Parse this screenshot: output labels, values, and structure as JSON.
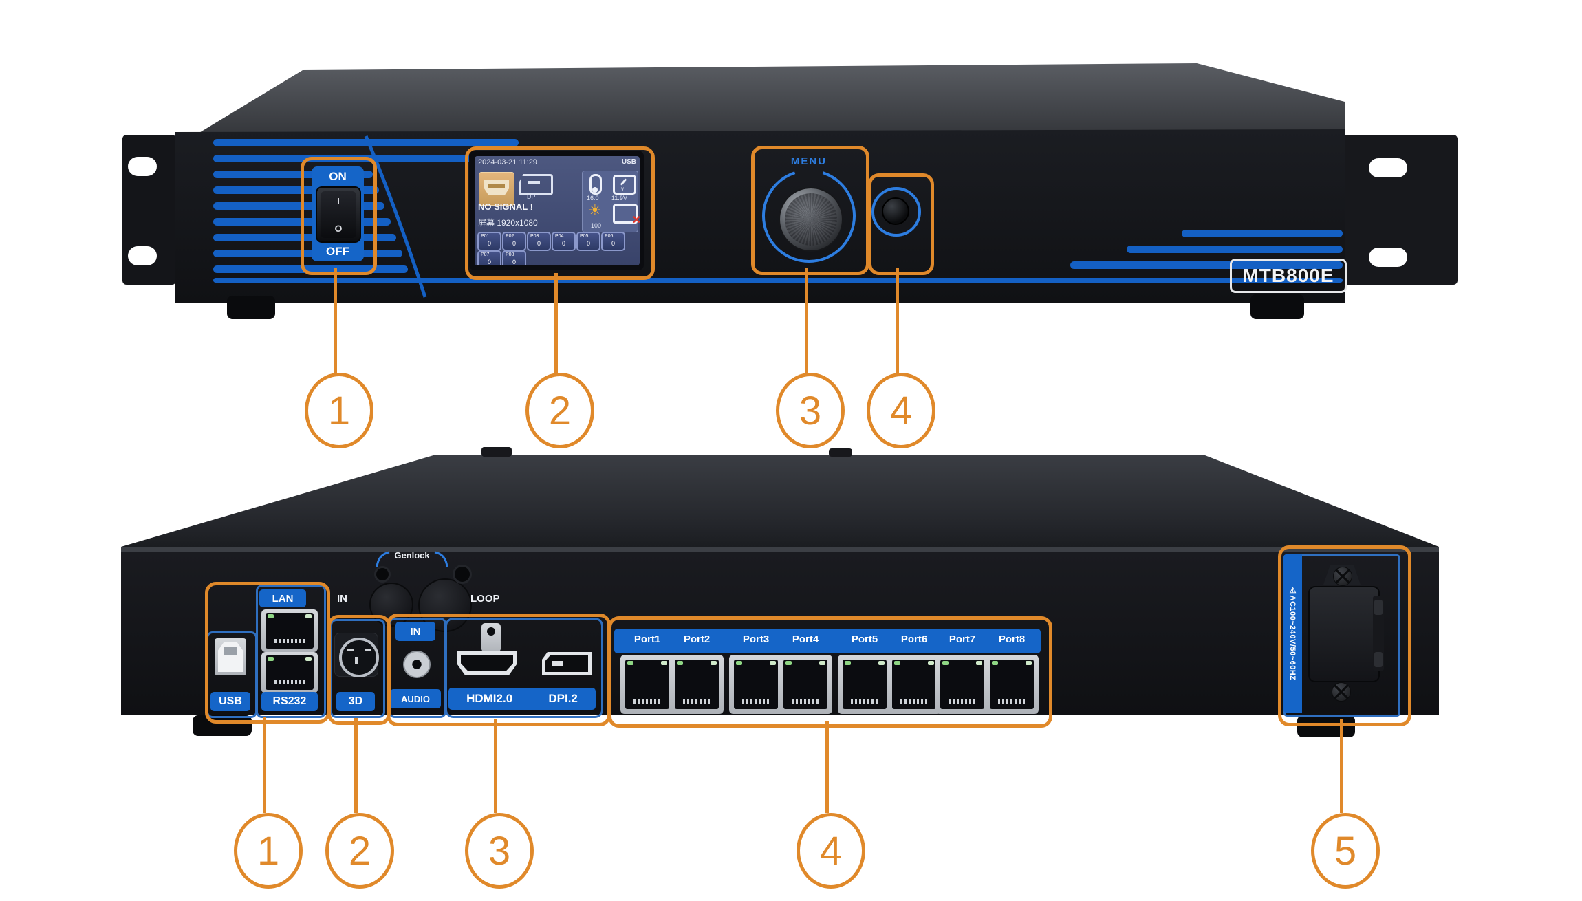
{
  "meta": {
    "model": "MTB800E"
  },
  "colors": {
    "callout_orange": "#E0892A",
    "panel_blue": "#1565C8",
    "stripe_blue": "#1460C4",
    "accent_blue": "#2D7DE0",
    "screen_bg": "#3F4A72",
    "hdmi_tile": "#D8A96A",
    "alert_red": "#E03428"
  },
  "front": {
    "callouts": [
      "1",
      "2",
      "3",
      "4"
    ],
    "power": {
      "on": "ON",
      "off": "OFF",
      "rocker_top": "I",
      "rocker_bottom": "O"
    },
    "screen": {
      "datetime": "2024-03-21 11:29",
      "usb": "USB",
      "dp": "DP",
      "temperature": "16.0",
      "voltage": "11.9V",
      "no_signal": "NO SIGNAL !",
      "resolution": "屏幕 1920x1080",
      "brightness": "100",
      "ports": [
        {
          "label": "P01",
          "value": "0"
        },
        {
          "label": "P02",
          "value": "0"
        },
        {
          "label": "P03",
          "value": "0"
        },
        {
          "label": "P04",
          "value": "0"
        },
        {
          "label": "P05",
          "value": "0"
        },
        {
          "label": "P06",
          "value": "0"
        },
        {
          "label": "P07",
          "value": "0"
        },
        {
          "label": "P08",
          "value": "0"
        }
      ]
    },
    "menu": "MENU",
    "model": "MTB800E"
  },
  "rear": {
    "callouts": [
      "1",
      "2",
      "3",
      "4",
      "5"
    ],
    "genlock": {
      "label": "Genlock",
      "in": "IN",
      "loop": "LOOP"
    },
    "usb": "USB",
    "lan": "LAN",
    "rs232": "RS232",
    "three_d": "3D",
    "audio": {
      "in": "IN",
      "label": "AUDIO"
    },
    "video": {
      "hdmi": "HDMI2.0",
      "dp": "DPI.2"
    },
    "ports": [
      "Port1",
      "Port2",
      "Port3",
      "Port4",
      "Port5",
      "Port6",
      "Port7",
      "Port8"
    ],
    "power": {
      "warning_icon": "⚠",
      "label": "AC100~240V/50~60HZ"
    }
  }
}
